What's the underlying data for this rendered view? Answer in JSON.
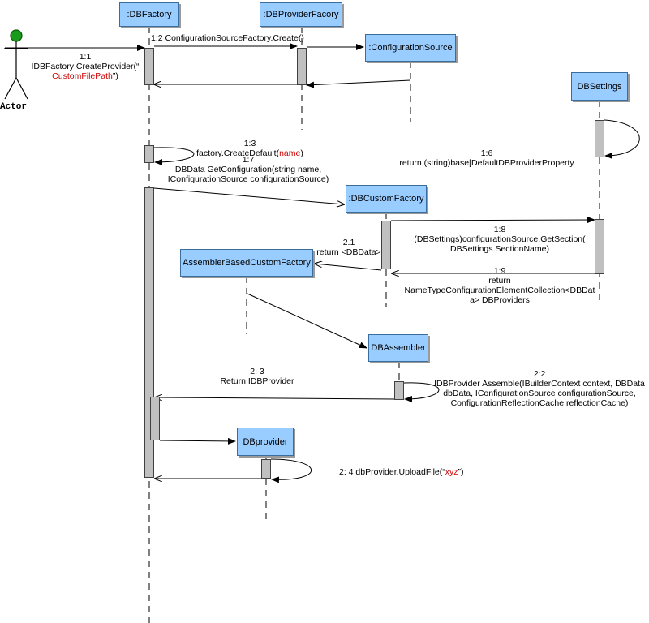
{
  "actor": {
    "name": "Actor"
  },
  "lifelines": {
    "dbfactory": ":DBFactory",
    "dbproviderfactory": ":DBProviderFacory",
    "configurationsource": ":ConfigurationSource",
    "dbsettings": "DBSettings",
    "dbcustomfactory": ":DBCustomFactory",
    "assemblerbased": "AssemblerBasedCustomFactory",
    "dbassembler": "DBAssembler",
    "dbprovider": "DBprovider"
  },
  "messages": {
    "m1_1": {
      "num": "1:1",
      "text_a": "IDBFactory:CreateProvider(“",
      "text_red": "CustomFilePath",
      "text_b": "”)"
    },
    "m1_2": {
      "text": "1:2 ConfigurationSourceFactory.Create()"
    },
    "m1_3": {
      "num": "1:3",
      "text_a": "factory.CreateDefault(",
      "text_red": "name",
      "text_b": ")"
    },
    "m1_7": {
      "num": "1:7",
      "line1": "DBData GetConfiguration(string name,",
      "line2": "IConfigurationSource configurationSource)"
    },
    "m1_6": {
      "num": "1:6",
      "text": "return (string)base[DefaultDBProviderProperty"
    },
    "m1_8": {
      "num": "1:8",
      "line1": "(DBSettings)configurationSource.GetSection(",
      "line2": "DBSettings.SectionName)"
    },
    "m2_1": {
      "num": "2.1",
      "text": "return <DBData>"
    },
    "m1_9": {
      "num": "1:9",
      "line1": "return",
      "line2": "NameTypeConfigurationElementCollection<DBDat",
      "line3": "a> DBProviders"
    },
    "m2_2": {
      "num": "2:2",
      "line1": "IDBProvider Assemble(IBuilderContext context, DBData",
      "line2": "dbData, IConfigurationSource configurationSource,",
      "line3": "ConfigurationReflectionCache reflectionCache)"
    },
    "m2_3": {
      "num": "2: 3",
      "text": "Return IDBProvider"
    },
    "m2_4": {
      "text_a": "2: 4 dbProvider.UploadFile(“",
      "text_red": "xyz",
      "text_b": "”)"
    }
  },
  "colors": {
    "box_fill": "#99ccff",
    "activation_fill": "#c0c0c0",
    "highlight_text": "#d00000",
    "actor_head": "#1a9a1a"
  }
}
